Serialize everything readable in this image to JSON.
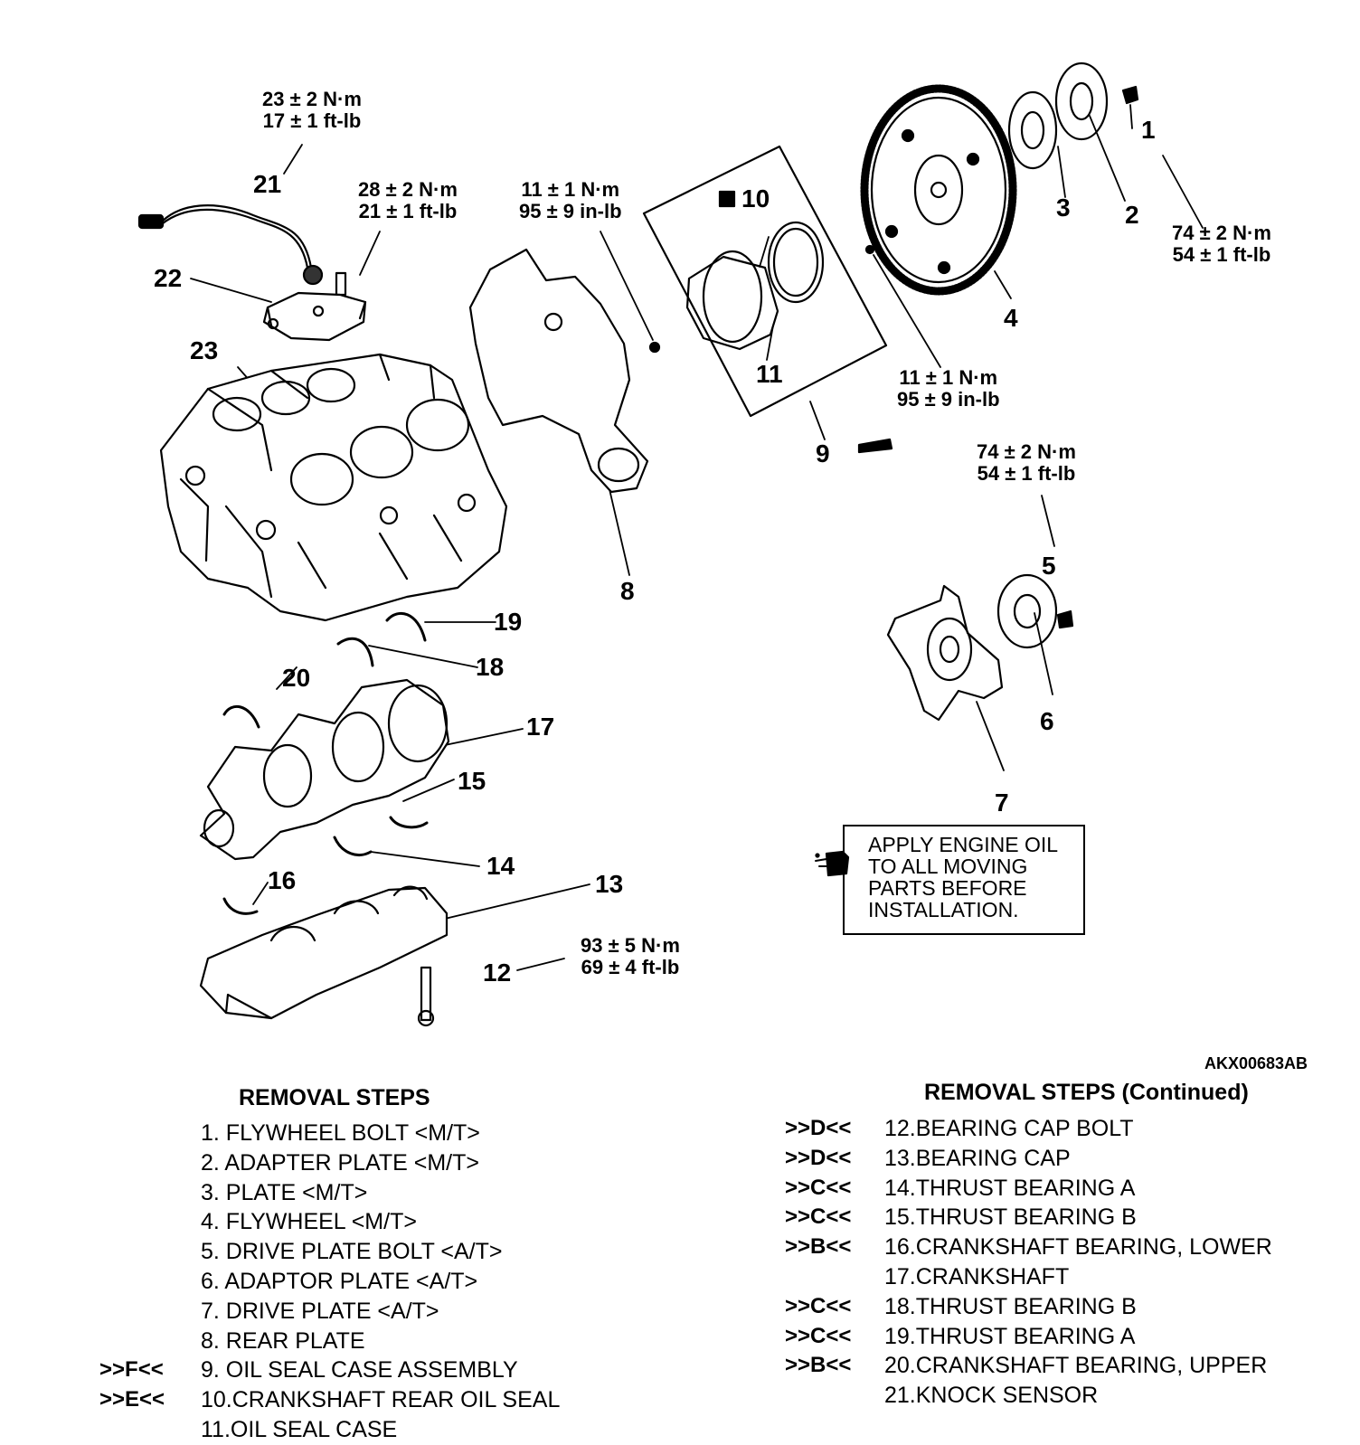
{
  "torque": {
    "t1": [
      "23 ± 2 N·m",
      "17 ± 1 ft-lb"
    ],
    "t2": [
      "28 ± 2 N·m",
      "21 ± 1 ft-lb"
    ],
    "t3": [
      "11 ± 1 N·m",
      "95 ± 9 in-lb"
    ],
    "t4": [
      "74 ± 2 N·m",
      "54 ± 1 ft-lb"
    ],
    "t5": [
      "11 ± 1 N·m",
      "95 ± 9 in-lb"
    ],
    "t6": [
      "74 ± 2 N·m",
      "54 ± 1 ft-lb"
    ],
    "t7": [
      "93 ± 5 N·m",
      "69 ± 4 ft-lb"
    ]
  },
  "callouts": [
    "1",
    "2",
    "3",
    "4",
    "5",
    "6",
    "7",
    "8",
    "9",
    "10",
    "11",
    "12",
    "13",
    "14",
    "15",
    "16",
    "17",
    "18",
    "19",
    "20",
    "21",
    "22",
    "23"
  ],
  "note_box": {
    "lines": [
      "APPLY ENGINE OIL",
      "TO ALL MOVING",
      "PARTS BEFORE",
      "INSTALLATION."
    ]
  },
  "drawing_code": "AKX00683AB",
  "removal_steps": {
    "title": "REMOVAL STEPS",
    "items": [
      {
        "mark": "",
        "label": "1.  FLYWHEEL BOLT <M/T>"
      },
      {
        "mark": "",
        "label": "2.  ADAPTER PLATE <M/T>"
      },
      {
        "mark": "",
        "label": "3.  PLATE <M/T>"
      },
      {
        "mark": "",
        "label": "4.  FLYWHEEL <M/T>"
      },
      {
        "mark": "",
        "label": "5.  DRIVE PLATE BOLT <A/T>"
      },
      {
        "mark": "",
        "label": "6.  ADAPTOR PLATE <A/T>"
      },
      {
        "mark": "",
        "label": "7.  DRIVE PLATE <A/T>"
      },
      {
        "mark": "",
        "label": "8.  REAR PLATE"
      },
      {
        "mark": ">>F<<",
        "label": "9.  OIL SEAL CASE ASSEMBLY"
      },
      {
        "mark": ">>E<<",
        "label": "10.CRANKSHAFT REAR OIL SEAL"
      },
      {
        "mark": "",
        "label": "11.OIL SEAL CASE"
      }
    ]
  },
  "removal_steps_continued": {
    "title": "REMOVAL STEPS (Continued)",
    "items": [
      {
        "mark": ">>D<<",
        "label": "12.BEARING CAP BOLT"
      },
      {
        "mark": ">>D<<",
        "label": "13.BEARING CAP"
      },
      {
        "mark": ">>C<<",
        "label": "14.THRUST BEARING A"
      },
      {
        "mark": ">>C<<",
        "label": "15.THRUST BEARING B"
      },
      {
        "mark": ">>B<<",
        "label": "16.CRANKSHAFT BEARING, LOWER"
      },
      {
        "mark": "",
        "label": "17.CRANKSHAFT"
      },
      {
        "mark": ">>C<<",
        "label": "18.THRUST BEARING B"
      },
      {
        "mark": ">>C<<",
        "label": "19.THRUST BEARING A"
      },
      {
        "mark": ">>B<<",
        "label": "20.CRANKSHAFT BEARING, UPPER"
      },
      {
        "mark": "",
        "label": "21.KNOCK SENSOR"
      }
    ]
  }
}
